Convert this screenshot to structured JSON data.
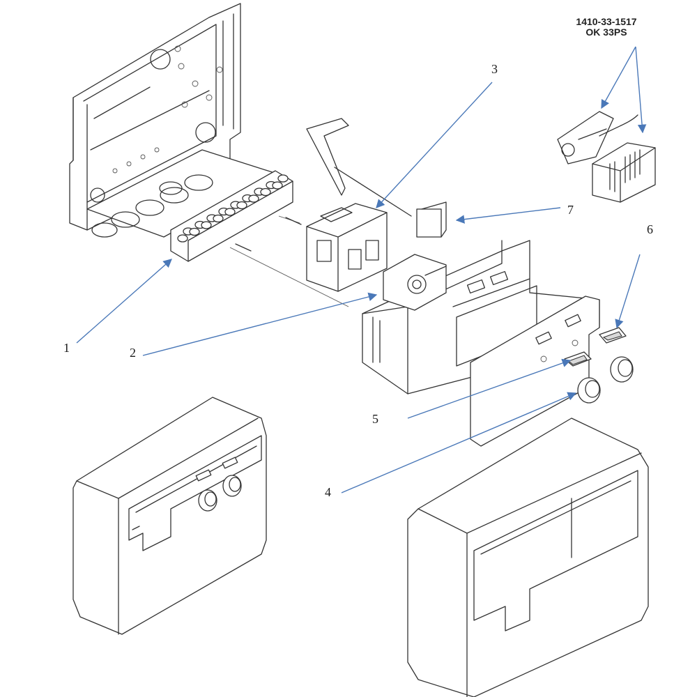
{
  "part_number": {
    "line1": "1410-33-1517",
    "line2": "OK 33PS"
  },
  "callouts": [
    "1",
    "2",
    "3",
    "4",
    "5",
    "6",
    "7"
  ],
  "colors": {
    "arrow": "#4a78b8",
    "line": "#333333",
    "background": "#ffffff"
  }
}
